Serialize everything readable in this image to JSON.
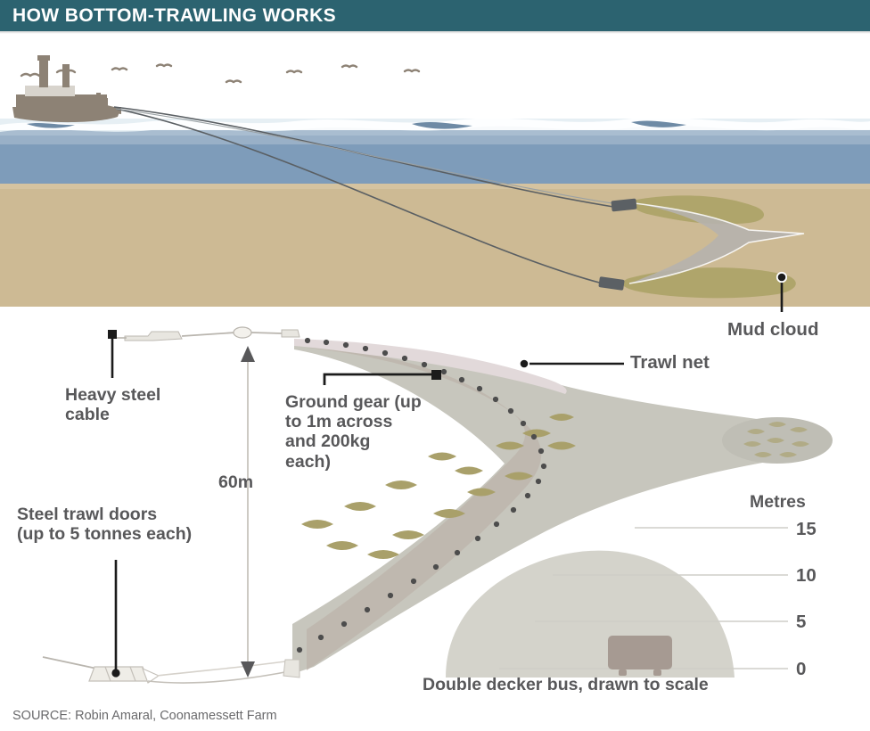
{
  "header": {
    "title": "HOW BOTTOM-TRAWLING WORKS",
    "bar_color": "#2c6370",
    "title_color": "#ffffff"
  },
  "scene_top": {
    "name": "cutaway-side-view",
    "sky_color": "#ffffff",
    "water_color": "#7e9cba",
    "water_surface_color": "#dfeaf1",
    "seabed_color": "#cdba94",
    "mud_cloud_color": "#a9a164",
    "net_color": "#b6b3ad",
    "vessel_color": "#8d8275",
    "cable_color": "#5a5f63",
    "trawl_door_color": "#5b6064"
  },
  "labels": {
    "mud_cloud": "Mud cloud",
    "trawl_net": "Trawl net",
    "heavy_steel_cable": "Heavy steel\ncable",
    "ground_gear": "Ground gear (up\nto 1m across\nand 200kg\neach)",
    "steel_trawl_doors": "Steel trawl doors\n(up to 5 tonnes each)",
    "height_dimension": "60m",
    "bus_caption": "Double decker bus, drawn to scale"
  },
  "scale": {
    "title": "Metres",
    "ticks": [
      "15",
      "10",
      "5",
      "0"
    ],
    "tick_values": [
      15,
      10,
      5,
      0
    ],
    "line_color": "#cfcec8"
  },
  "scene_bottom": {
    "name": "trawl-net-detail-view",
    "net_fill": "#c7c6bd",
    "net_inner_fill": "#c0b6ac",
    "net_mouth_fill": "#ded6d6",
    "fish_color": "#a9a06a",
    "ground_gear_dot_color": "#4d4d4d",
    "bus_color": "#a69a92",
    "bus_silhouette_fill": "#d2d1c8",
    "cable_color": "#b9b5ae",
    "door_color": "#efede7"
  },
  "source": {
    "text": "SOURCE: Robin Amaral, Coonamessett Farm"
  }
}
